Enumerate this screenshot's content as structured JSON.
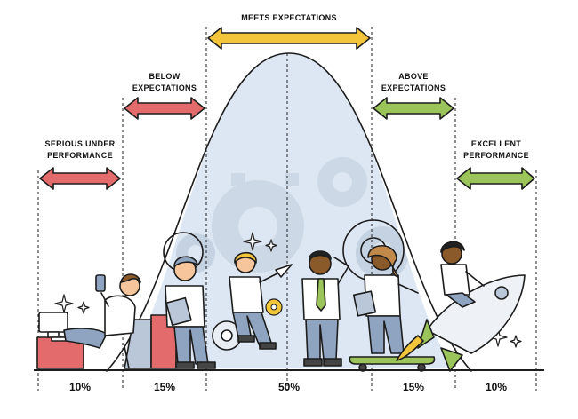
{
  "colors": {
    "red_arrow": "#e36b6b",
    "green_arrow": "#9bc45a",
    "yellow_arrow": "#f3c53a",
    "curve_fill": "#dbe6f2",
    "gear": "#c9d6e3"
  },
  "segments": [
    {
      "id": "serious",
      "label_lines": [
        "SERIOUS UNDER",
        "PERFORMANCE"
      ],
      "percent": "10%",
      "arrow_color": "red"
    },
    {
      "id": "below",
      "label_lines": [
        "BELOW",
        "EXPECTATIONS"
      ],
      "percent": "15%",
      "arrow_color": "red"
    },
    {
      "id": "meets",
      "label_lines": [
        "MEETS EXPECTATIONS"
      ],
      "percent": "50%",
      "arrow_color": "yellow"
    },
    {
      "id": "above",
      "label_lines": [
        "ABOVE",
        "EXPECTATIONS"
      ],
      "percent": "15%",
      "arrow_color": "green"
    },
    {
      "id": "excellent",
      "label_lines": [
        "EXCELLENT",
        "PERFORMANCE"
      ],
      "percent": "10%",
      "arrow_color": "green"
    }
  ],
  "icons": [
    "gear-icon",
    "sparkle-icon",
    "rocket-icon",
    "skateboard-icon",
    "smartphone-icon",
    "computer-icon",
    "clipboard-icon",
    "paper-plane-icon"
  ]
}
